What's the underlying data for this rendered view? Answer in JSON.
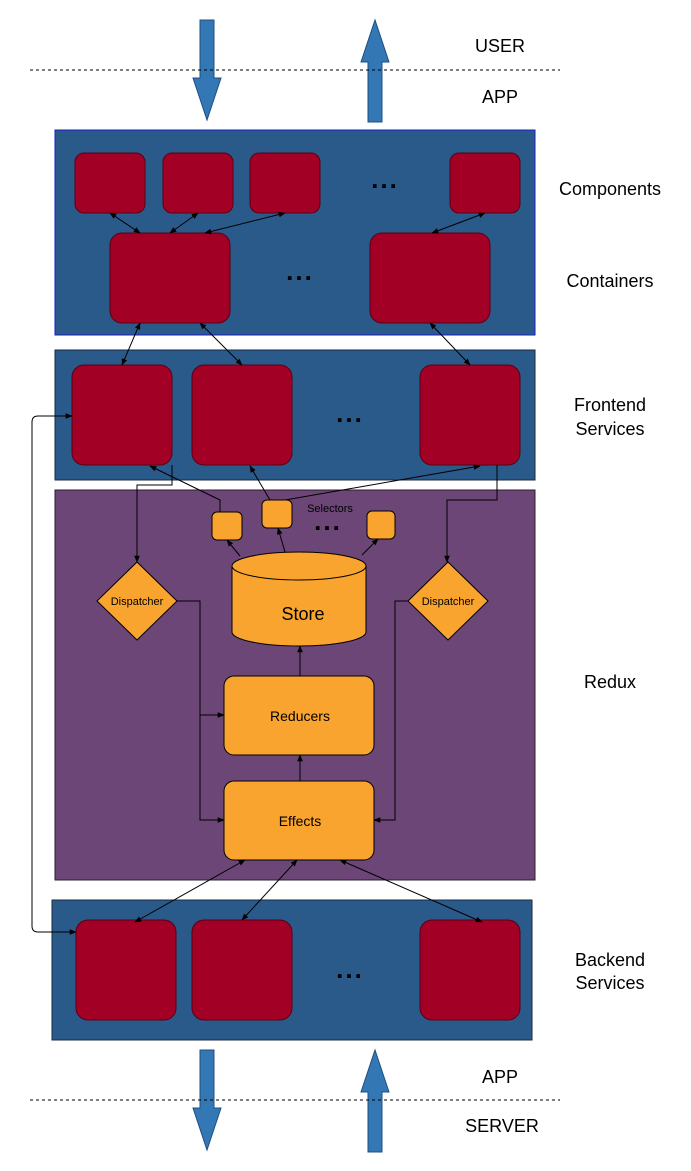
{
  "labels": {
    "user": "USER",
    "app_top": "APP",
    "components": "Components",
    "containers": "Containers",
    "frontend_line1": "Frontend",
    "frontend_line2": "Services",
    "redux": "Redux",
    "backend_line1": "Backend",
    "backend_line2": "Services",
    "app_bottom": "APP",
    "server": "SERVER"
  },
  "ellipsis": "...",
  "redux": {
    "selectors": "Selectors",
    "store": "Store",
    "dispatcher_left": "Dispatcher",
    "dispatcher_right": "Dispatcher",
    "reducers": "Reducers",
    "effects": "Effects"
  },
  "colors": {
    "app_layer": "#2a5a8a",
    "redux_layer": "#6b4677",
    "component": "#a20025",
    "redux_node": "#f8a42f",
    "arrow": "#3477b5"
  }
}
